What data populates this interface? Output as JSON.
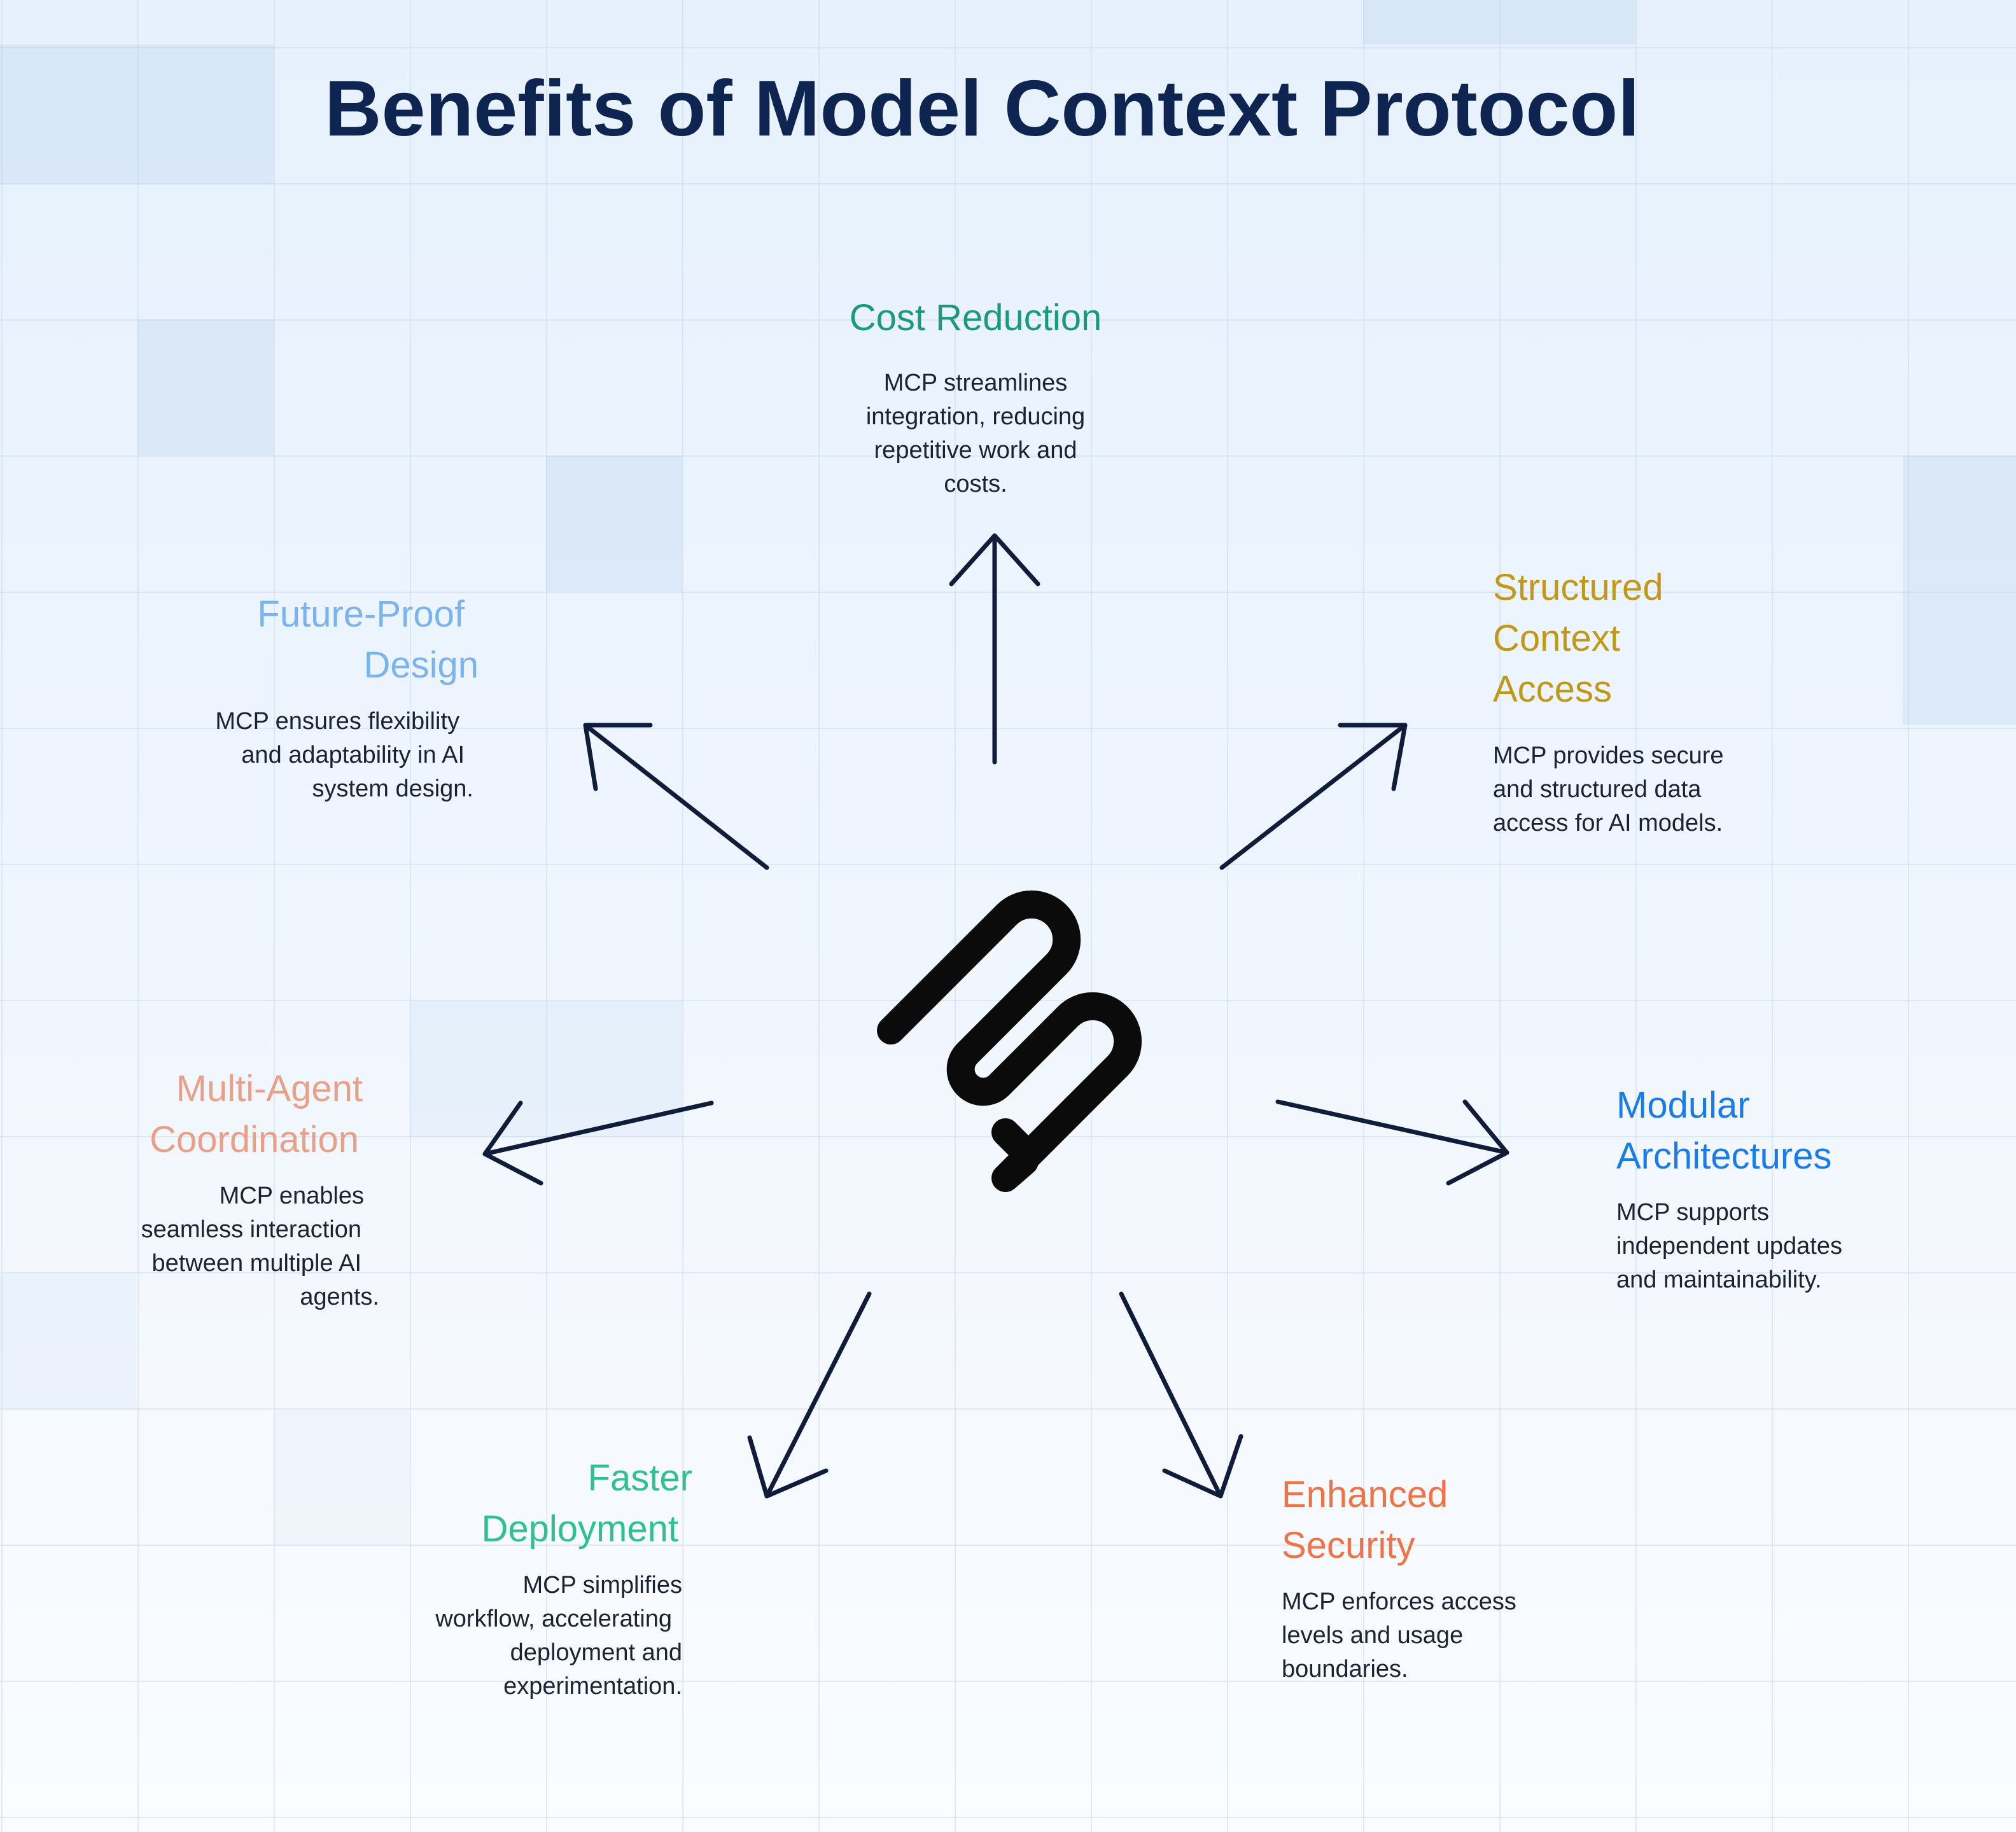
{
  "title": "Benefits of Model Context Protocol",
  "logo": {
    "icon": "mcp-logo-icon"
  },
  "colors": {
    "title": "#0e2552",
    "arrows": "#0f1d3a",
    "cost": "#1a9a7a",
    "structured": "#c0981a",
    "modular": "#1a7ce8",
    "security": "#ee7448",
    "deployment": "#2fc08f",
    "multiagent": "#e8a088",
    "futureproof": "#7ab4ee"
  },
  "benefits": {
    "cost": {
      "heading": "Cost Reduction",
      "lines": [
        "MCP streamlines",
        "integration, reducing",
        "repetitive work and",
        "costs."
      ]
    },
    "structured": {
      "heading_lines": [
        "Structured",
        "Context",
        "Access"
      ],
      "lines": [
        "MCP provides secure",
        "and structured data",
        "access for AI models."
      ]
    },
    "modular": {
      "heading_lines": [
        "Modular",
        "Architectures"
      ],
      "lines": [
        "MCP supports",
        "independent updates",
        "and maintainability."
      ]
    },
    "security": {
      "heading_lines": [
        "Enhanced",
        "Security"
      ],
      "lines": [
        "MCP enforces access",
        "levels and usage",
        "boundaries."
      ]
    },
    "deployment": {
      "heading_lines": [
        "Faster",
        "Deployment"
      ],
      "lines": [
        "MCP simplifies",
        "workflow, accelerating",
        "deployment and",
        "experimentation."
      ]
    },
    "multiagent": {
      "heading_lines": [
        "Multi-Agent",
        "Coordination"
      ],
      "lines": [
        "MCP enables",
        "seamless interaction",
        "between multiple AI",
        "agents."
      ]
    },
    "futureproof": {
      "heading_lines": [
        "Future-Proof",
        "Design"
      ],
      "lines": [
        "MCP ensures flexibility",
        "and adaptability in AI",
        "system design."
      ]
    }
  }
}
